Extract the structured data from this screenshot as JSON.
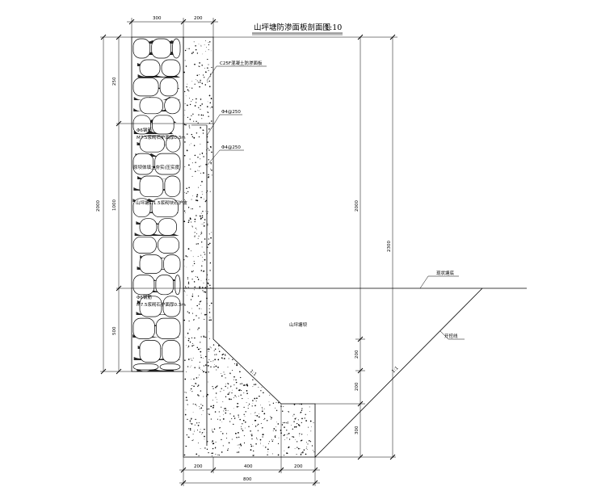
{
  "title": "山坪塘防渗面板剖面图",
  "scale": "1:10",
  "labels": {
    "top_note": "C25F混凝土防渗面板",
    "rebar_a": "Φ4@250",
    "rebar_b": "Φ4@250",
    "upper_stone_1": "Φ6钢筋",
    "upper_stone_2": "M7.5浆砌石护面厚0.3m",
    "mid_1": "原坝体填土夯实(压实度",
    "mid_2": "山坪塘1:1.5浆砌块石护坡",
    "lower_stone_1": "Φ6钢筋",
    "lower_stone_2": "M7.5浆砌石护面厚0.3m",
    "water_level": "现状塘底",
    "excavation": "开挖线",
    "dam_body": "山坪塘坝",
    "slope_ratio": "1:1",
    "slope_ratio_small": "1:1"
  },
  "dimensions": {
    "top_left": "300",
    "top_right": "200",
    "left_upper": "250",
    "left_total": "2000",
    "left_middle": "1000",
    "left_lower": "500",
    "right_a": "2000",
    "right_b": "2300",
    "right_c": "200",
    "right_d": "200",
    "right_e": "300",
    "bottom_a": "200",
    "bottom_b": "400",
    "bottom_c": "200",
    "bottom_total": "800"
  },
  "colors": {
    "line": "#000000",
    "background": "#ffffff"
  }
}
